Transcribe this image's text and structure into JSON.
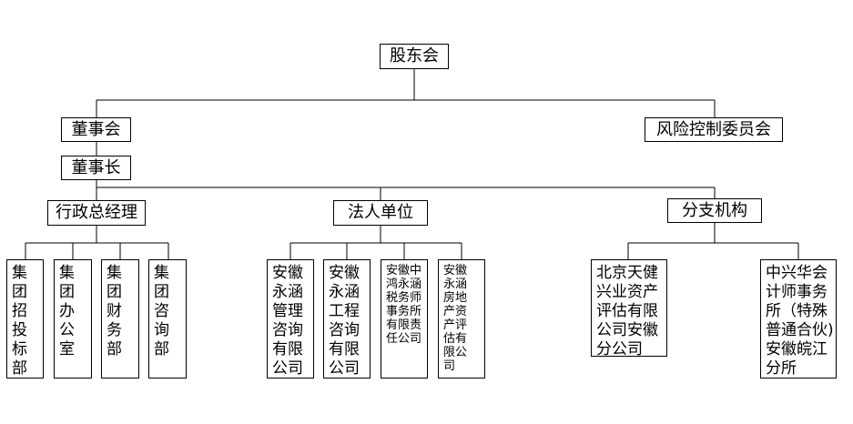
{
  "diagram": {
    "root": "股东会",
    "board": "董事会",
    "risk_committee": "风险控制委员会",
    "chairman": "董事长",
    "gm": "行政总经理",
    "legal_entity": "法人单位",
    "branch": "分支机构",
    "gm_children": [
      "集\n团\n招\n投\n标\n部",
      "集\n团\n办\n公\n室",
      "集\n团\n财\n务\n部",
      "集\n团\n咨\n询\n部"
    ],
    "legal_children": [
      "安徽\n永涵\n管理\n咨询\n有限\n公司",
      "安徽\n永涵\n工程\n咨询\n有限\n公司",
      "安徽中\n鸿永涵\n税务师\n事务所\n有限责\n任公司",
      "安徽\n永涵\n房地\n产资\n产评\n估有\n限公\n司"
    ],
    "branch_children": [
      "北京天健\n兴业资产\n评估有限\n公司安徽\n分公司",
      "中兴华会\n计师事务\n所（特殊\n普通合伙)\n安徽皖江\n分所"
    ]
  }
}
